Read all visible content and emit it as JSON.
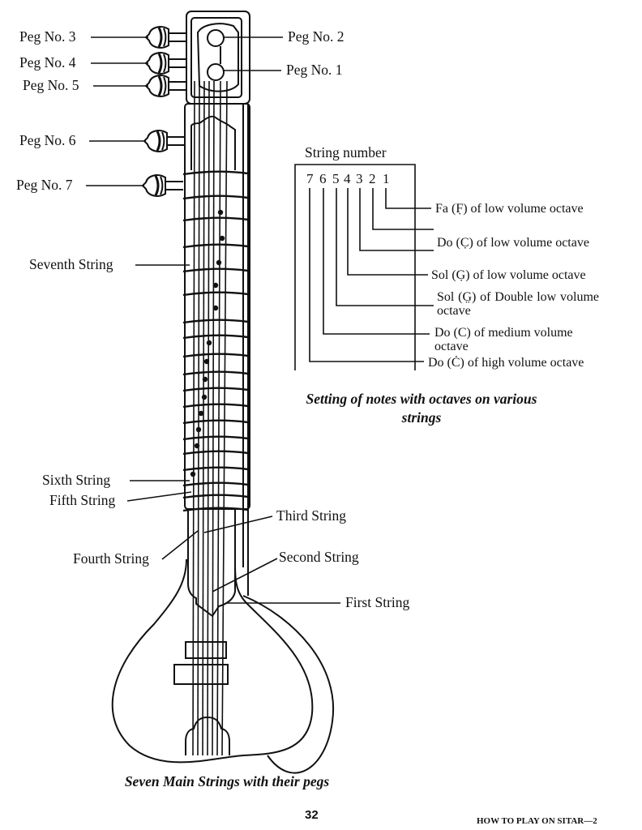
{
  "figure": {
    "caption": "Seven Main Strings with their pegs",
    "pegs": [
      {
        "number": 1,
        "label": "Peg No. 1"
      },
      {
        "number": 2,
        "label": "Peg No. 2"
      },
      {
        "number": 3,
        "label": "Peg No. 3"
      },
      {
        "number": 4,
        "label": "Peg No. 4"
      },
      {
        "number": 5,
        "label": "Peg No. 5"
      },
      {
        "number": 6,
        "label": "Peg No. 6"
      },
      {
        "number": 7,
        "label": "Peg No. 7"
      }
    ],
    "strings": {
      "first": "First String",
      "second": "Second String",
      "third": "Third String",
      "fourth": "Fourth String",
      "fifth": "Fifth String",
      "sixth": "Sixth String",
      "seventh": "Seventh String"
    }
  },
  "notes_table": {
    "heading": "String number",
    "string_numbers": [
      "7",
      "6",
      "5",
      "4",
      "3",
      "2",
      "1"
    ],
    "settings": [
      {
        "string": "1",
        "note": "Fa (F̣) of low volume octave"
      },
      {
        "string": "2",
        "note": ""
      },
      {
        "string": "3",
        "note": "Do (C̣) of low volume octave"
      },
      {
        "string": "4",
        "note": "Sol (G̣) of low volume octave"
      },
      {
        "string": "5",
        "note": "Sol (G̤) of Double low volume octave"
      },
      {
        "string": "6",
        "note": "Do (C) of medium volume octave"
      },
      {
        "string": "7",
        "note": "Do (Ċ) of high volume octave"
      }
    ],
    "caption": "Setting of notes with octaves on various strings"
  },
  "footer": {
    "page_number": "32",
    "book_title": "HOW TO PLAY ON SITAR—2"
  }
}
